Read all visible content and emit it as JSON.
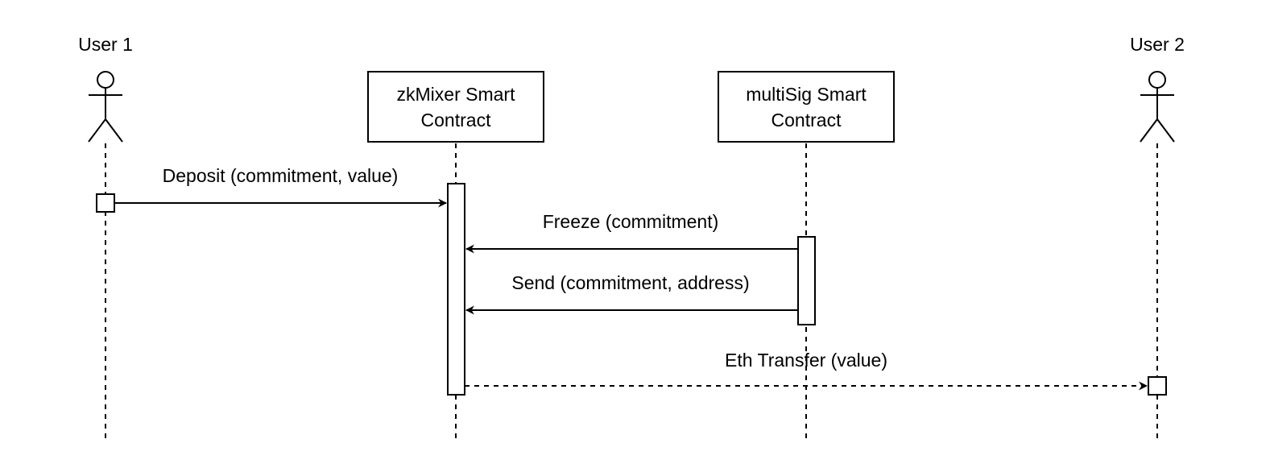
{
  "participants": {
    "user1": {
      "label": "User 1"
    },
    "zkmixer": {
      "line1": "zkMixer Smart",
      "line2": "Contract"
    },
    "multisig": {
      "line1": "multiSig Smart",
      "line2": "Contract"
    },
    "user2": {
      "label": "User 2"
    }
  },
  "messages": [
    {
      "label": "Deposit (commitment, value)",
      "from": "User 1",
      "to": "zkMixer Smart Contract",
      "style": "solid"
    },
    {
      "label": "Freeze (commitment)",
      "from": "multiSig Smart Contract",
      "to": "zkMixer Smart Contract",
      "style": "solid"
    },
    {
      "label": "Send (commitment, address)",
      "from": "multiSig Smart Contract",
      "to": "zkMixer Smart Contract",
      "style": "solid"
    },
    {
      "label": "Eth Transfer (value)",
      "from": "zkMixer Smart Contract",
      "to": "User 2",
      "style": "dashed"
    }
  ],
  "colors": {
    "stroke": "#000000",
    "background": "#ffffff"
  }
}
